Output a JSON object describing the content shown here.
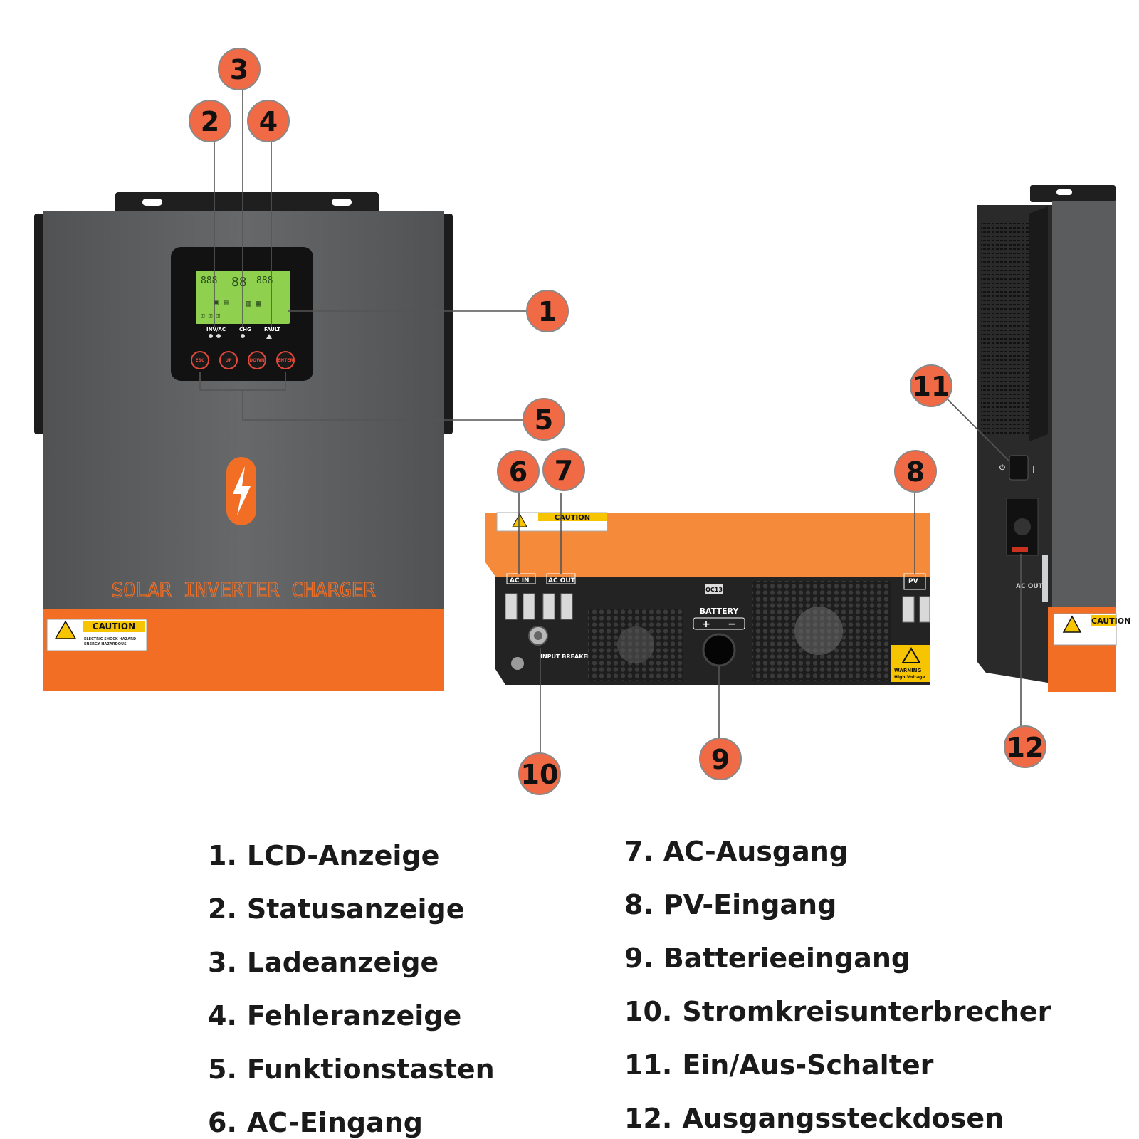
{
  "product": {
    "front_label": "SOLAR INVERTER CHARGER",
    "caution_label": "CAUTION",
    "caution_sub1": "ELECTRIC SHOCK HAZARD",
    "caution_sub2": "ENERGY HAZARDOUS",
    "leds": {
      "inv": "INV/AC",
      "chg": "CHG",
      "fault": "FAULT"
    },
    "buttons": [
      "ESC",
      "UP",
      "DOWN",
      "ENTER"
    ],
    "ports": {
      "ac_in": "AC  IN",
      "ac_out": "AC  OUT",
      "pv": "PV",
      "battery": "BATTERY",
      "qc": "QC13",
      "breaker": "INPUT BREAKER",
      "warning": "WARNING",
      "warning_sub": "High Voltage",
      "side_ac_out": "AC OUT"
    }
  },
  "callouts": [
    "1",
    "2",
    "3",
    "4",
    "5",
    "6",
    "7",
    "8",
    "9",
    "10",
    "11",
    "12"
  ],
  "legend": [
    {
      "num": "1.",
      "text": "LCD-Anzeige"
    },
    {
      "num": "2.",
      "text": "Statusanzeige"
    },
    {
      "num": "3.",
      "text": "Ladeanzeige"
    },
    {
      "num": "4.",
      "text": "Fehleranzeige"
    },
    {
      "num": "5.",
      "text": "Funktionstasten"
    },
    {
      "num": "6.",
      "text": "AC-Eingang"
    },
    {
      "num": "7.",
      "text": "AC-Ausgang"
    },
    {
      "num": "8.",
      "text": "PV-Eingang"
    },
    {
      "num": "9.",
      "text": "Batterieeingang"
    },
    {
      "num": "10.",
      "text": "Stromkreisunterbrecher"
    },
    {
      "num": "11.",
      "text": "Ein/Aus-Schalter"
    },
    {
      "num": "12.",
      "text": "Ausgangssteckdosen"
    }
  ],
  "colors": {
    "orange": "#f26e24",
    "badge": "#ef6a45",
    "body_dark": "#5b5d5f",
    "lcd": "#8fd14f"
  }
}
